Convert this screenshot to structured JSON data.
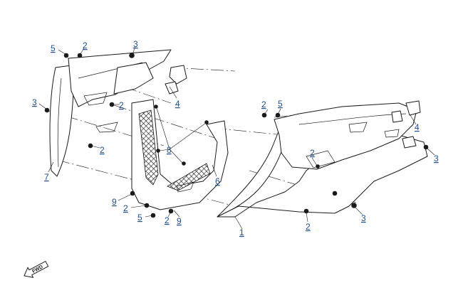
{
  "callouts": [
    {
      "id": "c1",
      "text": "5"
    },
    {
      "id": "c2",
      "text": "2"
    },
    {
      "id": "c3",
      "text": "3"
    },
    {
      "id": "c4",
      "text": "4"
    },
    {
      "id": "c5",
      "text": "3"
    },
    {
      "id": "c6",
      "text": "2"
    },
    {
      "id": "c7",
      "text": "2"
    },
    {
      "id": "c8",
      "text": "7"
    },
    {
      "id": "c9",
      "text": "8"
    },
    {
      "id": "c10",
      "text": "6"
    },
    {
      "id": "c11",
      "text": "9"
    },
    {
      "id": "c12",
      "text": "2"
    },
    {
      "id": "c13",
      "text": "5"
    },
    {
      "id": "c14",
      "text": "2"
    },
    {
      "id": "c15",
      "text": "9"
    },
    {
      "id": "c16",
      "text": "1"
    },
    {
      "id": "c17",
      "text": "2"
    },
    {
      "id": "c18",
      "text": "5"
    },
    {
      "id": "c19",
      "text": "4"
    },
    {
      "id": "c20",
      "text": "3"
    },
    {
      "id": "c21",
      "text": "2"
    },
    {
      "id": "c22",
      "text": "3"
    },
    {
      "id": "c23",
      "text": "2"
    }
  ],
  "direction_marker": {
    "text": "FWD"
  },
  "colors": {
    "callout": "#1e4f8c",
    "line": "#1a1a1a"
  }
}
